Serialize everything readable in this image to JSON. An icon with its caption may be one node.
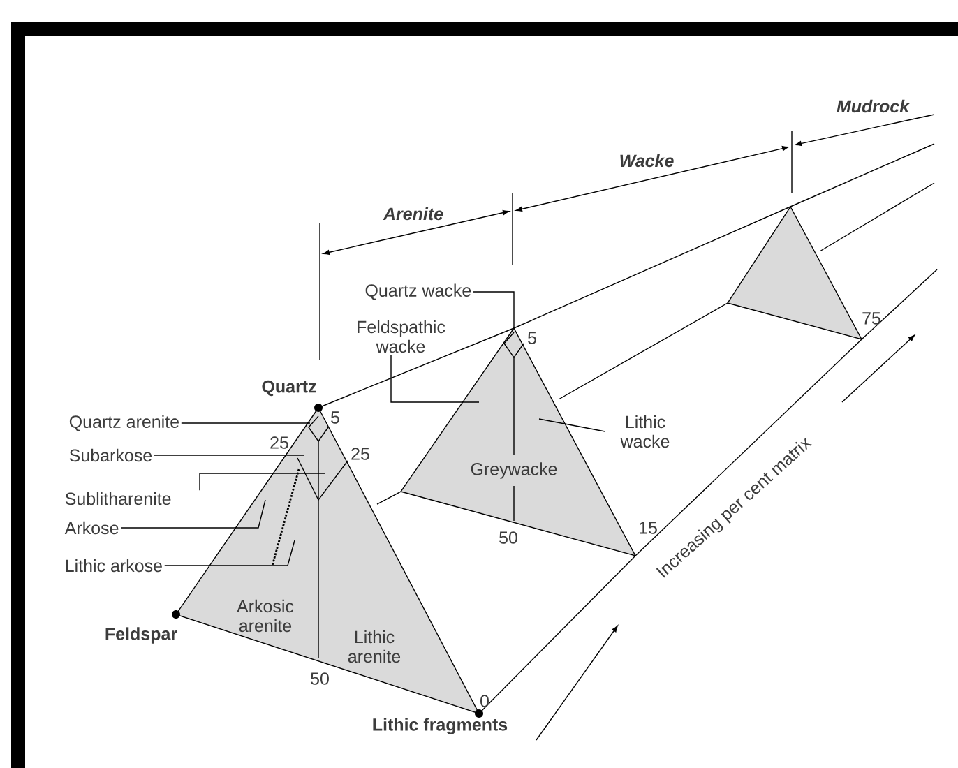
{
  "diagram": {
    "nodes": [
      {
        "text": [
          "Quartz arenite"
        ]
      },
      {
        "text": [
          "Subarkose"
        ]
      },
      {
        "text": [
          "Sublitharenite"
        ]
      },
      {
        "text": [
          "Arkose"
        ]
      },
      {
        "text": [
          "Lithic arkose"
        ]
      },
      {
        "text": [
          "Quartz wacke"
        ]
      },
      {
        "text": [
          "Feldspathic wacke"
        ]
      },
      {
        "text": [
          "Lithic wacke"
        ]
      },
      {
        "text": [],
        "shape": "triangle"
      },
      {
        "text": [],
        "shape": "triangle"
      },
      {
        "text": [],
        "shape": "triangle"
      }
    ],
    "edges": [
      {
        "from": 0,
        "to": 8,
        "arrow": "none"
      },
      {
        "from": 1,
        "to": 8,
        "arrow": "none"
      },
      {
        "from": 2,
        "to": 8,
        "arrow": "none"
      },
      {
        "from": 3,
        "to": 8,
        "arrow": "none"
      },
      {
        "from": 4,
        "to": 8,
        "arrow": "none"
      },
      {
        "from": 5,
        "to": 9,
        "arrow": "none"
      },
      {
        "from": 6,
        "to": 9,
        "arrow": "none"
      },
      {
        "from": 7,
        "to": 9,
        "arrow": "none"
      },
      {
        "from": 8,
        "to": 9,
        "arrow": "none"
      },
      {
        "from": 9,
        "to": 10,
        "arrow": "none"
      },
      {
        "from": 10,
        "to": null,
        "arrow": "none"
      },
      {
        "from": 8,
        "to": 9,
        "arrow": "none"
      },
      {
        "from": 9,
        "to": 10,
        "arrow": "none"
      },
      {
        "from": 10,
        "to": null,
        "arrow": "none"
      },
      {
        "from": 8,
        "to": 9,
        "arrow": "none"
      },
      {
        "from": 9,
        "to": 10,
        "arrow": "none"
      },
      {
        "from": 10,
        "to": null,
        "arrow": "none"
      }
    ],
    "labels": [
      "Mudrock",
      "Wacke",
      "Arenite",
      "75",
      "5",
      "Quartz",
      "5",
      "25",
      "25",
      "Greywacke",
      "Increasing per cent matrix",
      "15",
      "Arkosic arenite",
      "Feldspar",
      "Lithic arenite",
      "50",
      "50",
      "0",
      "Lithic fragments"
    ]
  }
}
